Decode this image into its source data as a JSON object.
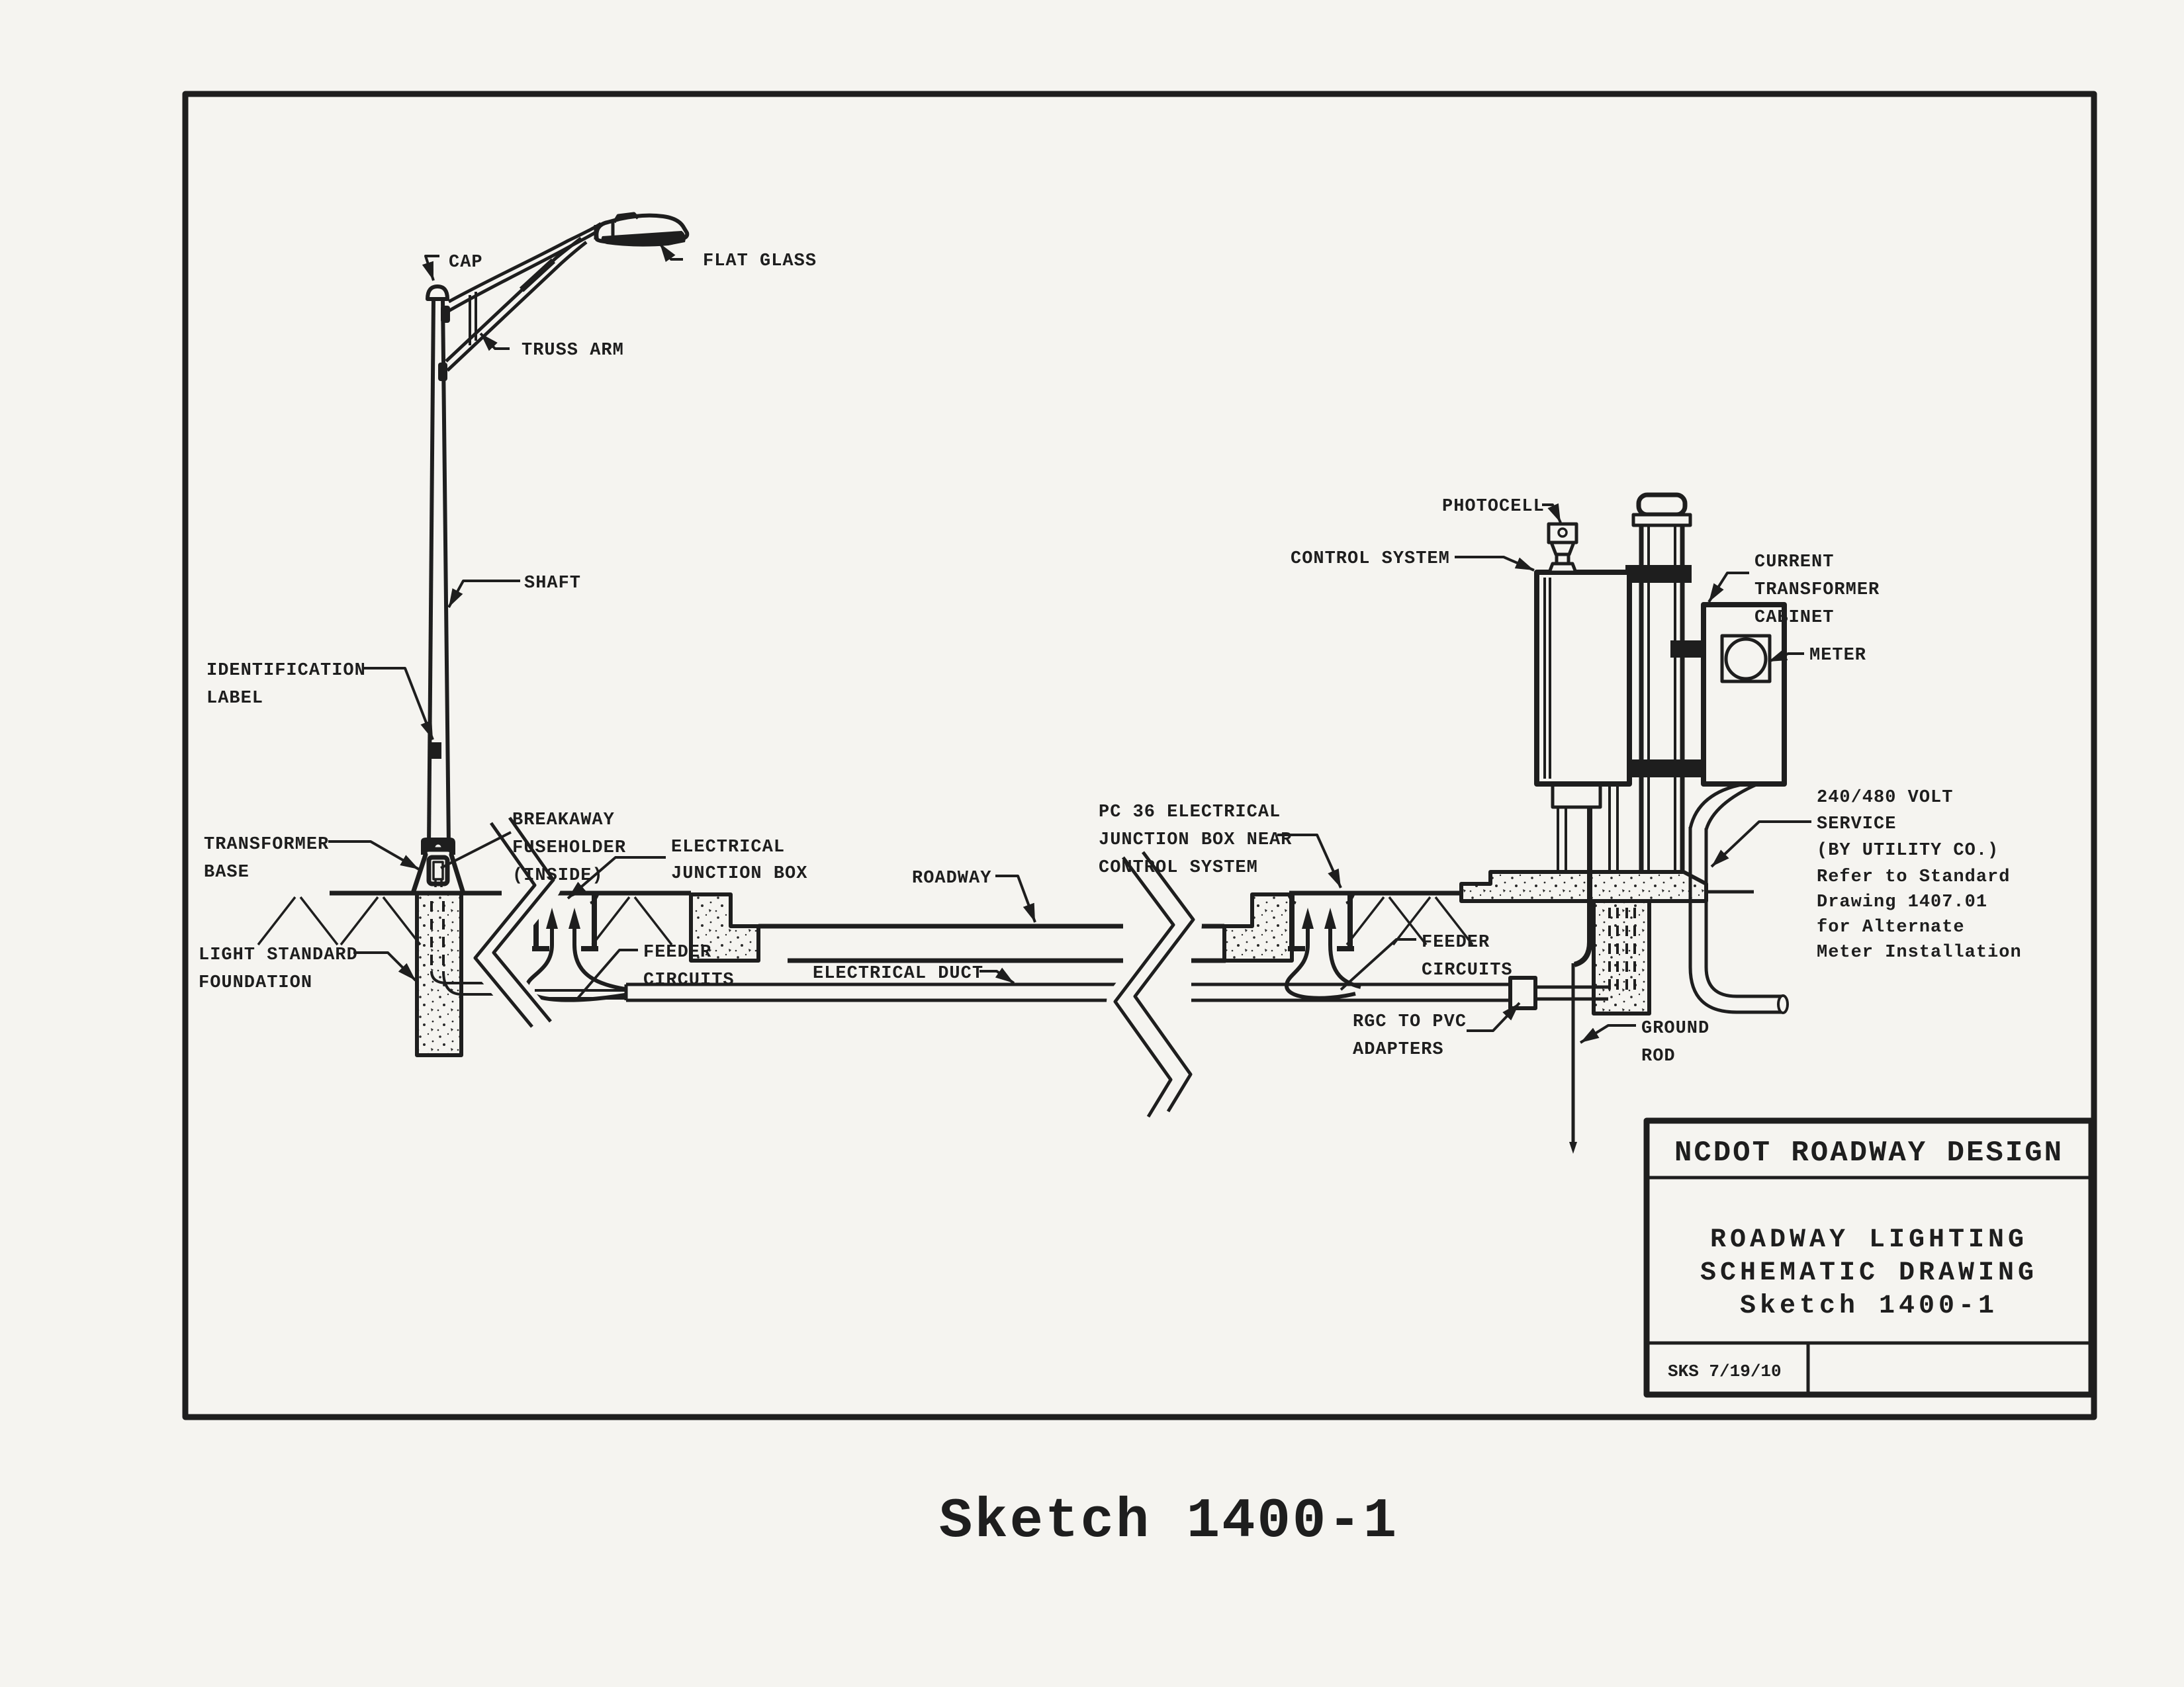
{
  "labels": {
    "cap": {
      "text": "CAP"
    },
    "flat_glass": {
      "text": "FLAT GLASS"
    },
    "truss_arm": {
      "text": "TRUSS ARM"
    },
    "shaft": {
      "text": "SHAFT"
    },
    "identification_label": {
      "lines": [
        "IDENTIFICATION",
        "LABEL"
      ]
    },
    "transformer_base": {
      "lines": [
        "TRANSFORMER",
        "BASE"
      ]
    },
    "light_standard_foundation": {
      "lines": [
        "LIGHT STANDARD",
        "FOUNDATION"
      ]
    },
    "breakaway_fuseholder": {
      "lines": [
        "BREAKAWAY",
        "FUSEHOLDER",
        "(INSIDE)"
      ]
    },
    "electrical_junction_box": {
      "lines": [
        "ELECTRICAL",
        "JUNCTION BOX"
      ]
    },
    "feeder_circuits_left": {
      "lines": [
        "FEEDER",
        "CIRCUITS"
      ]
    },
    "roadway": {
      "text": "ROADWAY"
    },
    "electrical_duct": {
      "text": "ELECTRICAL DUCT"
    },
    "pc36_junction_box": {
      "lines": [
        "PC 36 ELECTRICAL",
        "JUNCTION BOX NEAR",
        "CONTROL SYSTEM"
      ]
    },
    "photocell": {
      "text": "PHOTOCELL"
    },
    "control_system": {
      "text": "CONTROL SYSTEM"
    },
    "current_transformer_cabinet": {
      "lines": [
        "CURRENT",
        "TRANSFORMER",
        "CABINET"
      ]
    },
    "meter": {
      "text": "METER"
    },
    "volt_service": {
      "lines": [
        "240/480 VOLT",
        "SERVICE",
        "(BY UTILITY CO.)"
      ]
    },
    "meter_note": {
      "lines": [
        "Refer to Standard",
        "Drawing 1407.01",
        "for Alternate",
        "Meter Installation"
      ]
    },
    "feeder_circuits_right": {
      "lines": [
        "FEEDER",
        "CIRCUITS"
      ]
    },
    "rgc_to_pvc_adapters": {
      "lines": [
        "RGC TO PVC",
        "ADAPTERS"
      ]
    },
    "ground_rod": {
      "lines": [
        "GROUND",
        "ROD"
      ]
    }
  },
  "title_block": {
    "org": "NCDOT ROADWAY DESIGN",
    "title_lines": [
      "ROADWAY LIGHTING",
      "SCHEMATIC DRAWING",
      "Sketch 1400-1"
    ],
    "revision": "SKS 7/19/10"
  },
  "caption": "Sketch 1400-1",
  "colors": {
    "ink": "#1e1e1e",
    "paper": "#f5f4f0"
  }
}
